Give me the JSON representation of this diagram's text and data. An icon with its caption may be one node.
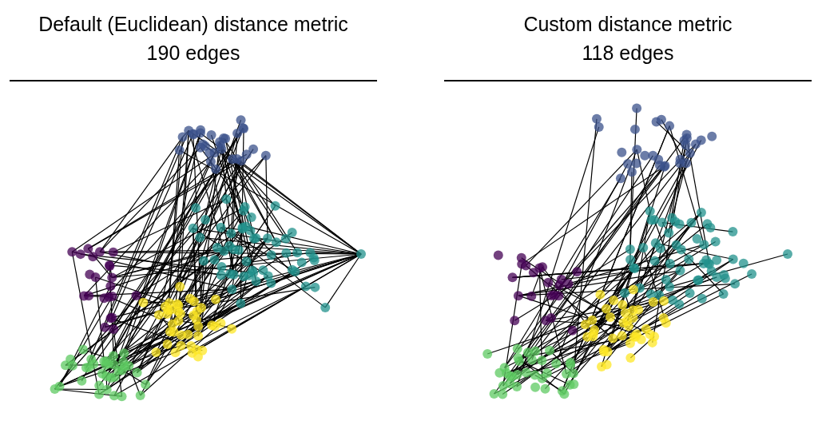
{
  "diagram": {
    "labels": [
      "Default (Euclidean) distance metric",
      "190 edges",
      "Custom distance metric",
      "118 edges"
    ]
  }
}
